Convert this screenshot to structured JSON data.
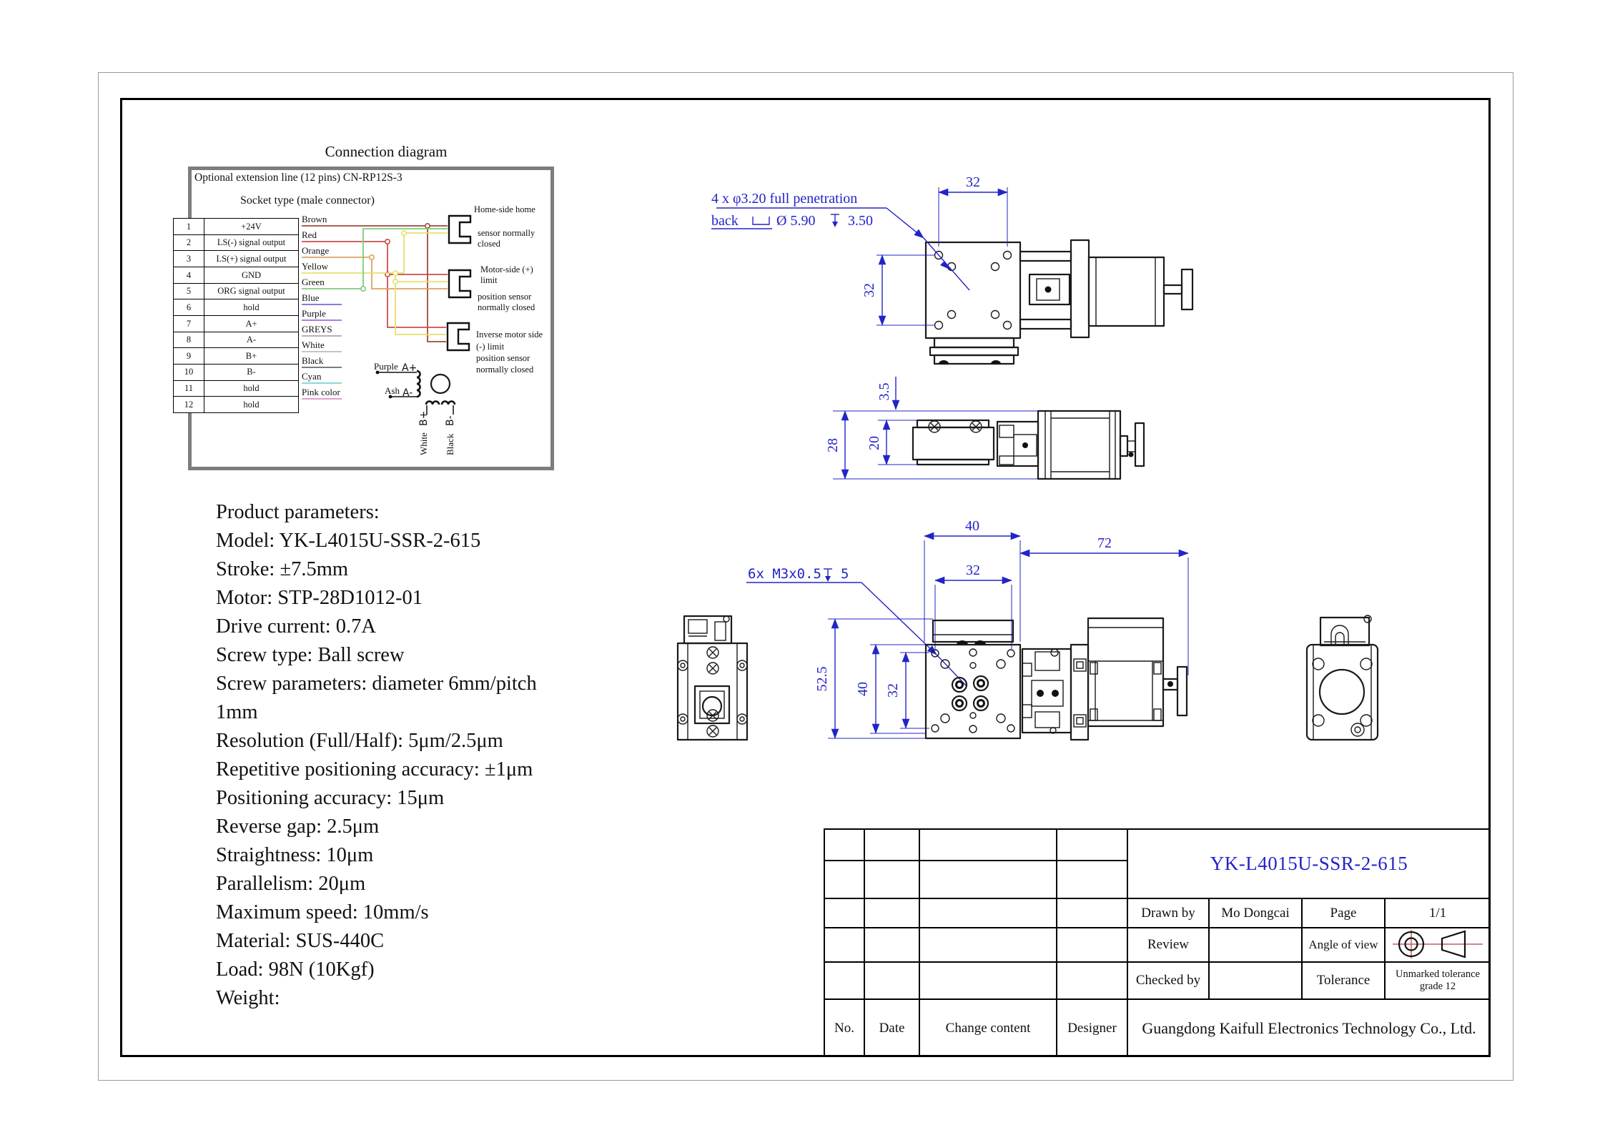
{
  "colors": {
    "accent_blue": "#2224c8",
    "wire_box_border": "#7d7d7d",
    "projection_red": "#c06060"
  },
  "connection": {
    "title": "Connection diagram",
    "line1": "Optional extension line (12 pins) CN-RP12S-3",
    "line2": "Socket type (male connector)",
    "pins": [
      {
        "no": "1",
        "label": "+24V"
      },
      {
        "no": "2",
        "label": "LS(-) signal output"
      },
      {
        "no": "3",
        "label": "LS(+) signal output"
      },
      {
        "no": "4",
        "label": "GND"
      },
      {
        "no": "5",
        "label": "ORG signal output"
      },
      {
        "no": "6",
        "label": "hold"
      },
      {
        "no": "7",
        "label": "A+"
      },
      {
        "no": "8",
        "label": "A-"
      },
      {
        "no": "9",
        "label": "B+"
      },
      {
        "no": "10",
        "label": "B-"
      },
      {
        "no": "11",
        "label": "hold"
      },
      {
        "no": "12",
        "label": "hold"
      }
    ],
    "wires": [
      {
        "name": "Brown",
        "color": "#9e4a3a"
      },
      {
        "name": "Red",
        "color": "#cc4c4c"
      },
      {
        "name": "Orange",
        "color": "#dda35f"
      },
      {
        "name": "Yellow",
        "color": "#e6e06e"
      },
      {
        "name": "Green",
        "color": "#7bcc7b"
      },
      {
        "name": "Blue",
        "color": "#7a6ad8"
      },
      {
        "name": "Purple",
        "color": "#9b6fd0"
      },
      {
        "name": "GREYS",
        "color": "#a8a8a8"
      },
      {
        "name": "White",
        "color": "#bdbdbd"
      },
      {
        "name": "Black",
        "color": "#6a6a6a"
      },
      {
        "name": "Cyan",
        "color": "#7cd2d2"
      },
      {
        "name": "Pink color",
        "color": "#e88ad0"
      }
    ],
    "sensor1": [
      "Home-side home",
      "sensor normally",
      "closed"
    ],
    "sensor2": [
      "Motor-side (+)",
      "limit",
      "position sensor",
      "normally closed"
    ],
    "sensor3": [
      "Inverse motor side",
      "(-) limit",
      "position sensor",
      "normally closed"
    ],
    "motor_leads": {
      "a_plus_color": "Purple",
      "a_plus_term": "A+",
      "a_minus_color": "Ash",
      "a_minus_term": "A-",
      "b_plus_color": "White",
      "b_plus_term": "B+",
      "b_minus_color": "Black",
      "b_minus_term": "B-"
    }
  },
  "params": {
    "lines": [
      "Product parameters:",
      "Model: YK-L4015U-SSR-2-615",
      "Stroke: ±7.5mm",
      "Motor: STP-28D1012-01",
      "Drive current: 0.7A",
      "Screw type: Ball screw",
      "Screw parameters: diameter 6mm/pitch",
      "1mm",
      "Resolution (Full/Half): 5μm/2.5μm",
      "Repetitive positioning accuracy: ±1μm",
      "Positioning accuracy: 15μm",
      "Reverse gap: 2.5μm",
      "Straightness: 10μm",
      "Parallelism: 20μm",
      "Maximum speed: 10mm/s",
      "Material: SUS-440C",
      "Load: 98N (10Kgf)",
      "Weight:"
    ]
  },
  "drawings": {
    "callout_hole_line1": "4 x φ3.20 full penetration",
    "callout_hole_line2_prefix": "back",
    "callout_hole_line2_dia": "Ø 5.90",
    "callout_hole_line2_depth": "3.50",
    "callout_tap_text": "6x M3x0.5",
    "callout_tap_depth": "5",
    "top_view": {
      "dim_width": "32",
      "dim_height": "32"
    },
    "side_view": {
      "dim_offset": "3.5",
      "dim_height": "28",
      "dim_body": "20"
    },
    "front_view": {
      "dim_top_40": "40",
      "dim_top_72": "72",
      "dim_top_32": "32",
      "dim_left_52_5": "52.5",
      "dim_left_40": "40",
      "dim_left_32": "32"
    }
  },
  "title_block": {
    "drawing_number": "YK-L4015U-SSR-2-615",
    "drawn_by_label": "Drawn by",
    "drawn_by_value": "Mo Dongcai",
    "page_label": "Page",
    "page_value": "1/1",
    "review_label": "Review",
    "review_value": "",
    "angle_label": "Angle of view",
    "checked_label": "Checked by",
    "checked_value": "",
    "tolerance_label": "Tolerance",
    "tolerance_value": "Unmarked tolerance grade 12",
    "no_label": "No.",
    "date_label": "Date",
    "change_label": "Change content",
    "designer_label": "Designer",
    "company": "Guangdong Kaifull Electronics Technology Co., Ltd."
  }
}
